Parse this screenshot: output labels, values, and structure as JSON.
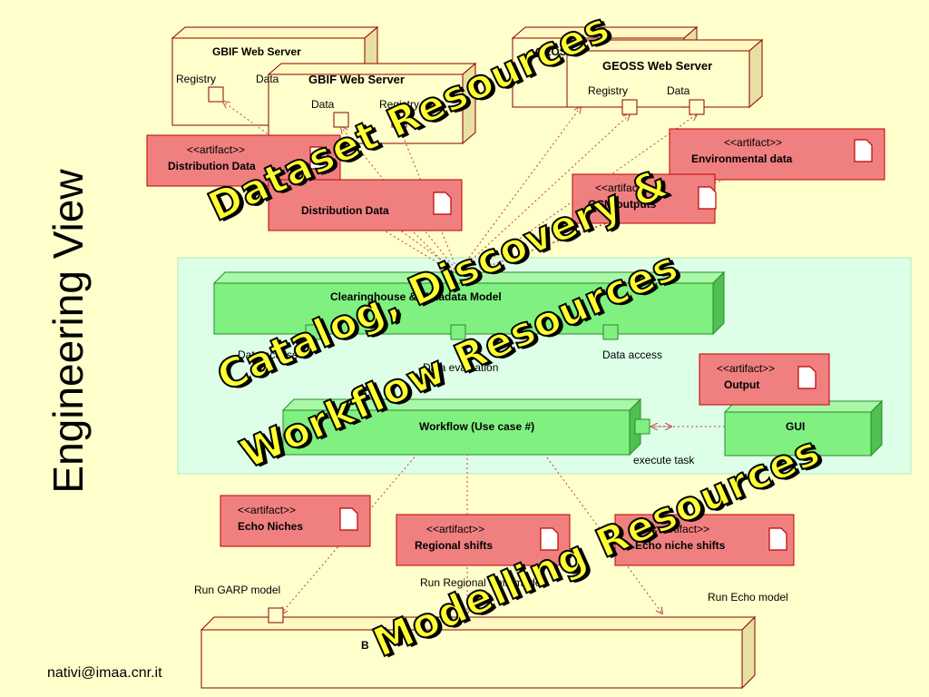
{
  "title": "Engineering View",
  "footer_email": "nativi@imaa.cnr.it",
  "overlays": {
    "dataset": "Dataset Resources",
    "catalog": "Catalog, Discovery &",
    "workflow": "Workflow Resources",
    "modelling": "Modelling Resources"
  },
  "nodes": {
    "gbif1": {
      "title": "GBIF Web Server",
      "port_registry": "Registry",
      "port_data": "Data"
    },
    "gbif2": {
      "title": "GBIF Web Server",
      "port_data": "Data",
      "port_registry": "Registry"
    },
    "geoss1": {
      "title": "GEOSS"
    },
    "geoss2": {
      "title": "GEOSS Web Server",
      "port_registry": "Registry",
      "port_data": "Data"
    },
    "clearinghouse": {
      "title": "Clearinghouse & Metadata Model"
    },
    "workflow": {
      "title": "Workflow (Use case #)"
    },
    "gui": {
      "title": "GUI"
    },
    "bottom": {
      "title": "B"
    }
  },
  "artifacts": {
    "stereotype": "<<artifact>>",
    "distribution1": "Distribution Data",
    "distribution2": "Distribution Data",
    "environmental": "Environmental data",
    "gcm": "GCM outputs",
    "output": "Output",
    "echo_niches": "Echo Niches",
    "regional_shifts": "Regional shifts",
    "echo_niche_shifts": "Echo niche shifts"
  },
  "port_labels": {
    "data_access_left": "Data access",
    "data_evaluation": "Data evaluation",
    "data_access_right": "Data access",
    "execute_task": "execute task",
    "run_garp": "Run GARP model",
    "run_regional": "Run Regional Shift model",
    "run_echo": "Run Echo model"
  },
  "colors": {
    "background": "#ffffcc",
    "node_fill": "#ffffcc",
    "node_border": "#8b0000",
    "artifact_fill": "#f08080",
    "artifact_border": "#c00000",
    "component_fill": "#80f080",
    "component_border": "#2a8a2a",
    "panel_fill": "#ddffe8",
    "overlay_text": "#ffff33"
  }
}
